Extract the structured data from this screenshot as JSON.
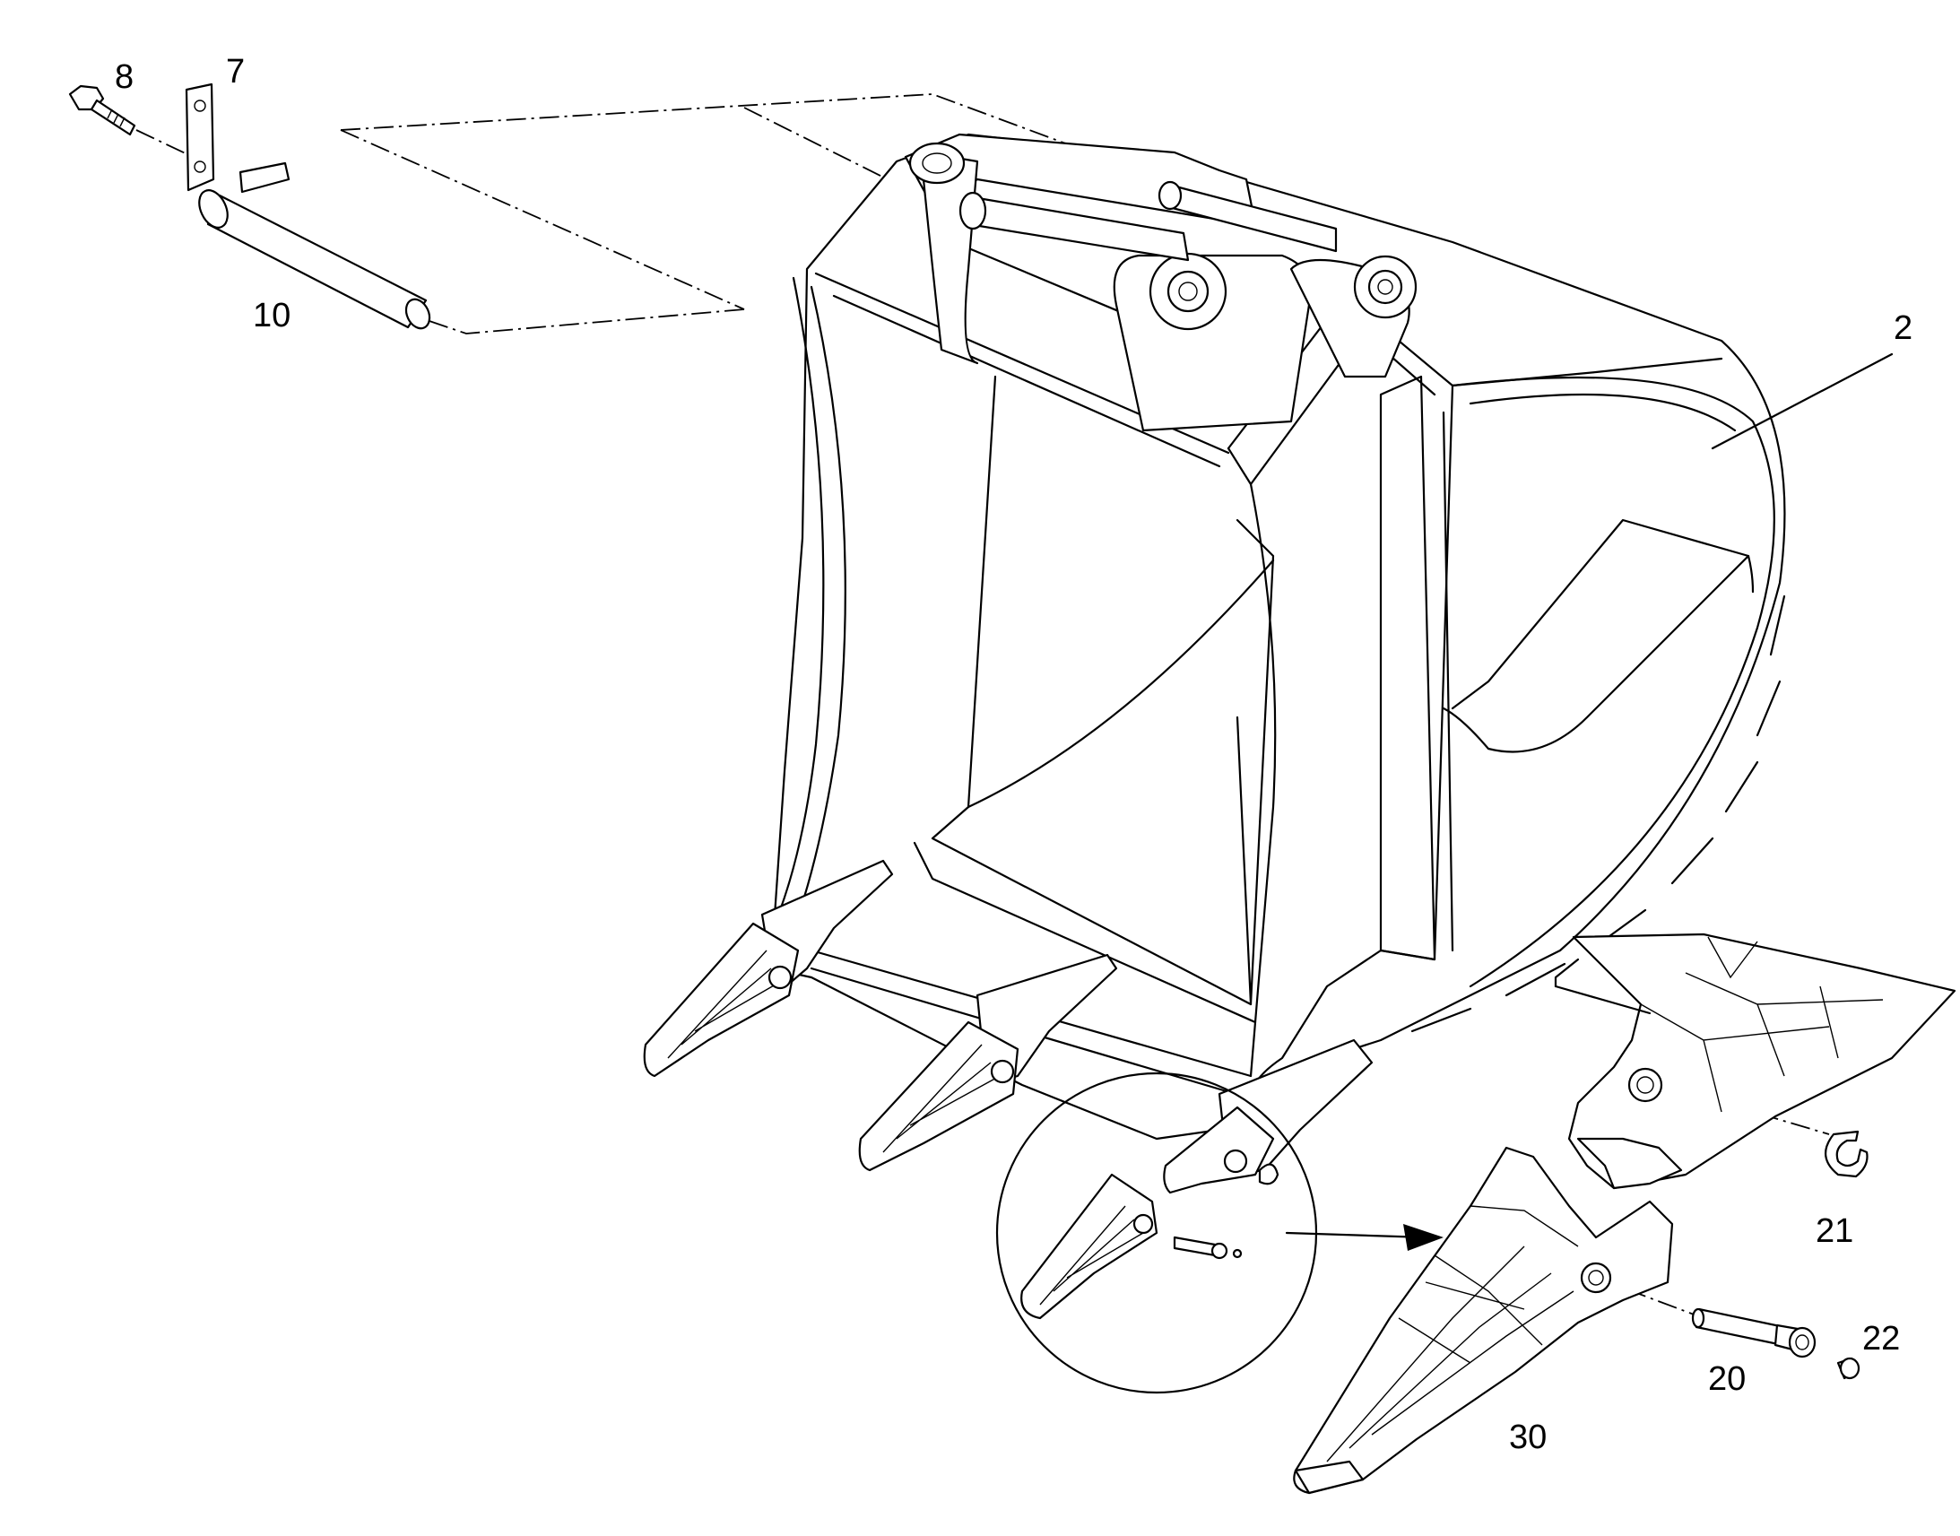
{
  "callouts": [
    {
      "id": "c8",
      "text": "8"
    },
    {
      "id": "c7",
      "text": "7"
    },
    {
      "id": "c10",
      "text": "10"
    },
    {
      "id": "c2",
      "text": "2"
    },
    {
      "id": "c21",
      "text": "21"
    },
    {
      "id": "c22",
      "text": "22"
    },
    {
      "id": "c20",
      "text": "20"
    },
    {
      "id": "c30",
      "text": "30"
    }
  ]
}
